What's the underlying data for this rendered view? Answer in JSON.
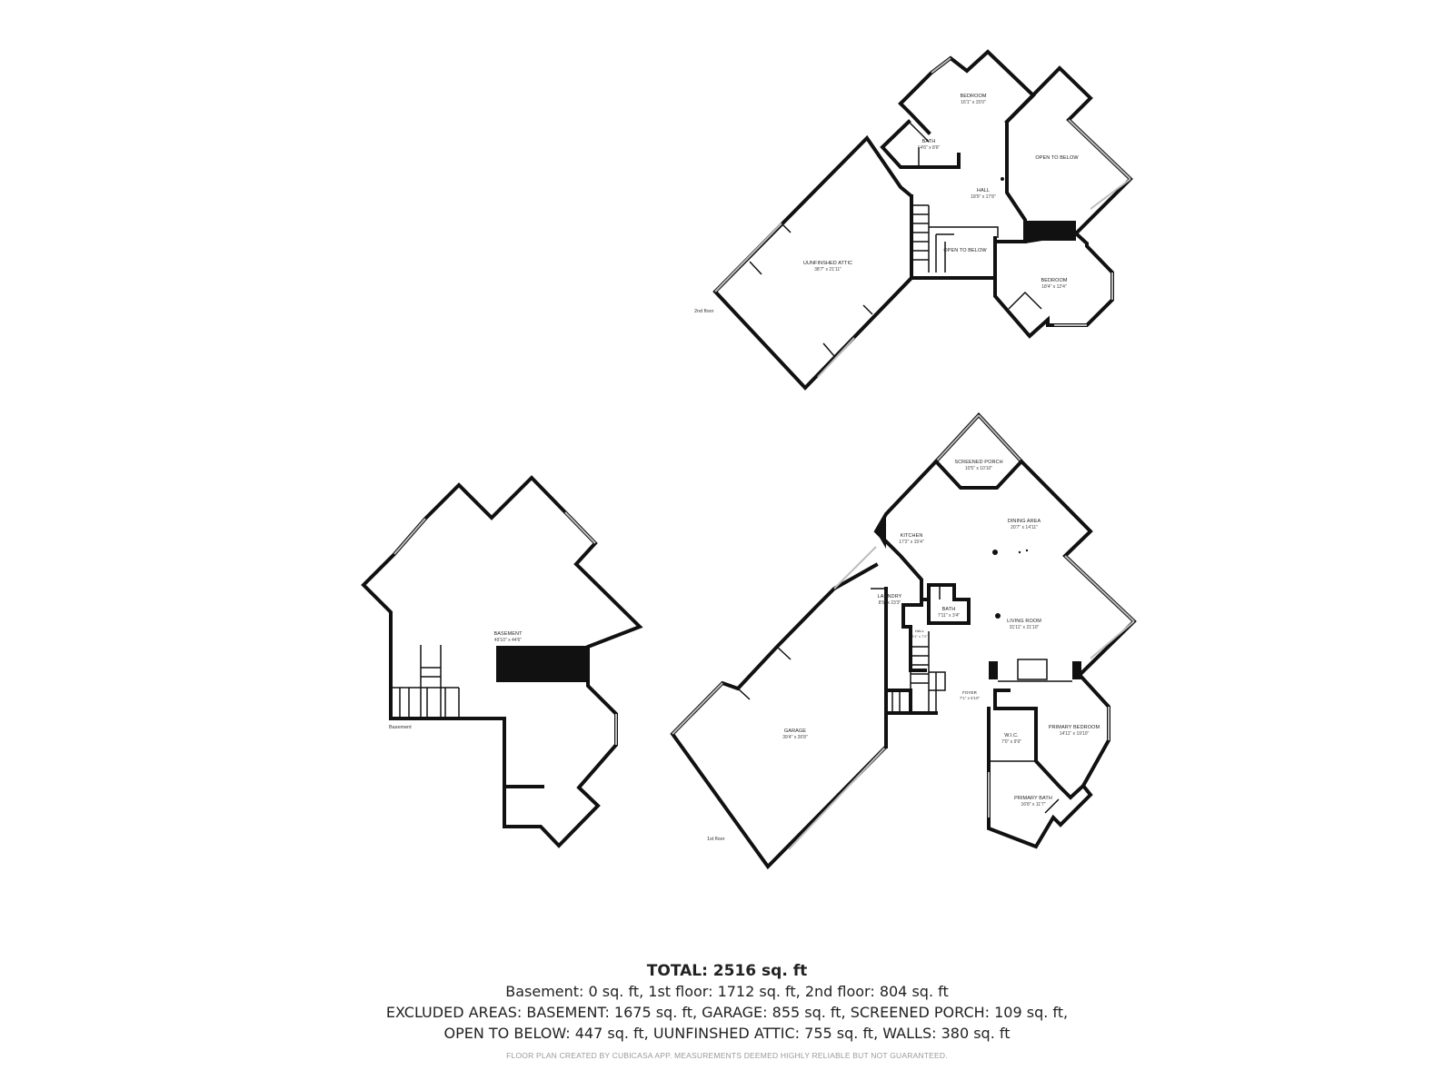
{
  "floors": {
    "second": {
      "label": "2nd floor",
      "rooms": {
        "bedroom_north": {
          "name": "BEDROOM",
          "dims": "16'1\" x 15'0\""
        },
        "bath": {
          "name": "BATH",
          "dims": "14'6\" x 8'6\""
        },
        "open_to_below_east": {
          "name": "OPEN TO BELOW",
          "dims": ""
        },
        "hall": {
          "name": "HALL",
          "dims": "18'9\" x 17'8\""
        },
        "open_to_below_stair": {
          "name": "OPEN TO BELOW",
          "dims": ""
        },
        "attic": {
          "name": "UUNFINSHED ATTIC",
          "dims": "38'7\" x 21'11\""
        },
        "bedroom_south": {
          "name": "BEDROOM",
          "dims": "18'4\" x 12'4\""
        }
      }
    },
    "basement": {
      "label": "Basement",
      "rooms": {
        "basement": {
          "name": "BASEMENT",
          "dims": "49'10\" x 44'6\""
        }
      }
    },
    "first": {
      "label": "1st floor",
      "rooms": {
        "screened_porch": {
          "name": "SCREENED PORCH",
          "dims": "10'5\" x 10'10\""
        },
        "kitchen": {
          "name": "KITCHEN",
          "dims": "17'2\" x 15'4\""
        },
        "dining": {
          "name": "DINING AREA",
          "dims": "20'7\" x 14'11\""
        },
        "laundry": {
          "name": "LAUNDRY",
          "dims": "8'5\" x 23'3\""
        },
        "bath": {
          "name": "BATH",
          "dims": "7'11\" x 3'4\""
        },
        "hall": {
          "name": "HALL",
          "dims": "3'1\" x 7'2\""
        },
        "living": {
          "name": "LIVING ROOM",
          "dims": "31'11\" x 21'10\""
        },
        "foyer": {
          "name": "FOYER",
          "dims": "7'1\" x 5'10\""
        },
        "garage": {
          "name": "GARAGE",
          "dims": "39'4\" x 26'8\""
        },
        "wic": {
          "name": "W.I.C.",
          "dims": "7'0\" x 9'9\""
        },
        "primary_bedroom": {
          "name": "PRIMARY BEDROOM",
          "dims": "14'11\" x 19'10\""
        },
        "primary_bath": {
          "name": "PRIMARY BATH",
          "dims": "16'8\" x 11'7\""
        }
      }
    }
  },
  "summary": {
    "total": "TOTAL: 2516 sq. ft",
    "line1": "Basement: 0 sq. ft, 1st floor: 1712 sq. ft, 2nd floor: 804 sq. ft",
    "line2": "EXCLUDED AREAS: BASEMENT: 1675 sq. ft, GARAGE: 855 sq. ft, SCREENED PORCH: 109 sq. ft,",
    "line3": "OPEN TO BELOW: 447 sq. ft, UUNFINSHED ATTIC: 755 sq. ft, WALLS: 380 sq. ft",
    "disclaimer": "FLOOR PLAN CREATED BY CUBICASA APP. MEASUREMENTS DEEMED HIGHLY RELIABLE BUT NOT GUARANTEED."
  }
}
